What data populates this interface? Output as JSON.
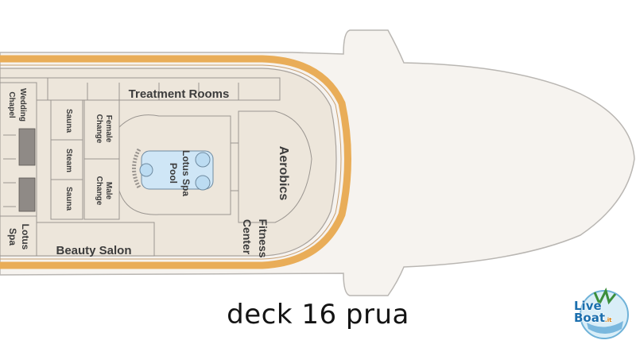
{
  "caption": "deck 16 prua",
  "logo_text": {
    "line1": "Live",
    "line2": "Boat",
    "suffix": ".it"
  },
  "rooms": {
    "treatment_rooms": "Treatment Rooms",
    "aerobics": "Aerobics",
    "fitness": "Fitness",
    "center": "Center",
    "lotus_spa_pool": "Lotus Spa",
    "pool": "Pool",
    "female_change_1": "Female",
    "female_change_2": "Change",
    "male_change_1": "Male",
    "male_change_2": "Change",
    "sauna_top": "Sauna",
    "steam": "Steam",
    "sauna_bottom": "Sauna",
    "wedding": "Wedding",
    "chapel": "Chapel",
    "lotus_1": "Lotus",
    "lotus_2": "Spa",
    "beauty_salon": "Beauty Salon"
  },
  "colors": {
    "hull_fill": "#f4f1ed",
    "hull_outline": "#b9b6b2",
    "deck_tan": "#e9e2d8",
    "rail_orange": "#e9ad58",
    "wall": "#9a9590",
    "pool_water": "#cfe6f6",
    "caption_text": "#141414"
  }
}
